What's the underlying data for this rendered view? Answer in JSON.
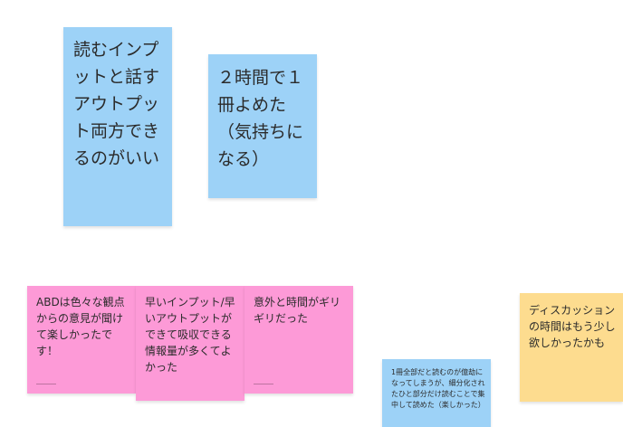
{
  "notes": [
    {
      "id": "n1",
      "text": "読むインプットと話すアウトプット両方できるのがいい",
      "color": "#9dd2f7"
    },
    {
      "id": "n2",
      "text": "２時間で１冊よめた（気持ちになる）",
      "color": "#9dd2f7"
    },
    {
      "id": "n3",
      "text": "ABDは色々な観点からの意見が聞けて楽しかったです！",
      "color": "#fd9ad7"
    },
    {
      "id": "n4",
      "text": "早いインプット/早いアウトプットができて吸収できる情報量が多くてよかった",
      "color": "#fd9ad7"
    },
    {
      "id": "n5",
      "text": "意外と時間がギリギリだった",
      "color": "#fd9ad7"
    },
    {
      "id": "n6",
      "text": "1冊全部だと読むのが億劫になってしまうが、細分化されたひと部分だけ読むことで集中して読めた（楽しかった）",
      "color": "#9dd2f7"
    },
    {
      "id": "n7",
      "text": "ディスカッションの時間はもう少し欲しかったかも",
      "color": "#fddc8f"
    }
  ]
}
